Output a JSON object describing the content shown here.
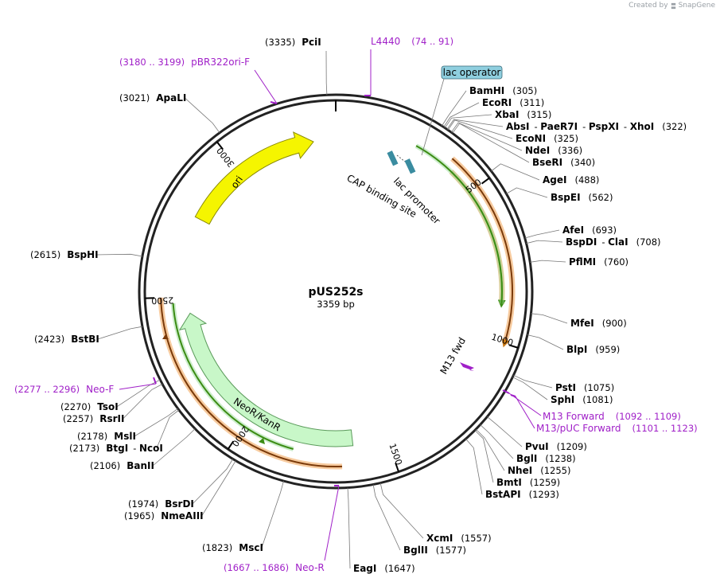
{
  "credit": {
    "created_by": "Created by",
    "app": "SnapGene"
  },
  "plasmid": {
    "name": "pUS252s",
    "length_label": "3359 bp",
    "length": 3359
  },
  "ticks": [
    {
      "label": "500",
      "pos": 500
    },
    {
      "label": "1000",
      "pos": 1000
    },
    {
      "label": "1500",
      "pos": 1500
    },
    {
      "label": "2000",
      "pos": 2000
    },
    {
      "label": "2500",
      "pos": 2500
    },
    {
      "label": "3000",
      "pos": 3000
    }
  ],
  "features": [
    {
      "name": "ori",
      "color": "#f5f500",
      "stroke": "#8a8a00"
    },
    {
      "name": "NeoR/KanR",
      "color": "#c8f7c8",
      "stroke": "#5a9a5a"
    },
    {
      "name": "lac promoter"
    },
    {
      "name": "CAP binding site"
    },
    {
      "name": "lac operator"
    },
    {
      "name": "M13 fwd"
    }
  ],
  "sites_right": [
    {
      "name": "BamHI",
      "pos": "(305)"
    },
    {
      "name": "EcoRI",
      "pos": "(311)"
    },
    {
      "name": "XbaI",
      "pos": "(315)"
    },
    {
      "name": "AbsI",
      "extra": [
        "PaeR7I",
        "PspXI",
        "XhoI"
      ],
      "pos": "(322)"
    },
    {
      "name": "EcoNI",
      "pos": "(325)"
    },
    {
      "name": "NdeI",
      "pos": "(336)"
    },
    {
      "name": "BseRI",
      "pos": "(340)"
    },
    {
      "name": "AgeI",
      "pos": "(488)"
    },
    {
      "name": "BspEI",
      "pos": "(562)"
    },
    {
      "name": "AfeI",
      "pos": "(693)"
    },
    {
      "name": "BspDI",
      "extra": [
        "ClaI"
      ],
      "pos": "(708)"
    },
    {
      "name": "PflMI",
      "pos": "(760)"
    },
    {
      "name": "MfeI",
      "pos": "(900)"
    },
    {
      "name": "BlpI",
      "pos": "(959)"
    },
    {
      "name": "PstI",
      "pos": "(1075)"
    },
    {
      "name": "SphI",
      "pos": "(1081)"
    },
    {
      "name": "PvuI",
      "pos": "(1209)"
    },
    {
      "name": "BglI",
      "pos": "(1238)"
    },
    {
      "name": "NheI",
      "pos": "(1255)"
    },
    {
      "name": "BmtI",
      "pos": "(1259)"
    },
    {
      "name": "BstAPI",
      "pos": "(1293)"
    },
    {
      "name": "XcmI",
      "pos": "(1557)"
    },
    {
      "name": "BglII",
      "pos": "(1577)"
    },
    {
      "name": "EagI",
      "pos": "(1647)"
    }
  ],
  "sites_left": [
    {
      "name": "PciI",
      "pos": "(3335)"
    },
    {
      "name": "ApaLI",
      "pos": "(3021)"
    },
    {
      "name": "BspHI",
      "pos": "(2615)"
    },
    {
      "name": "BstBI",
      "pos": "(2423)"
    },
    {
      "name": "TsoI",
      "pos": "(2270)"
    },
    {
      "name": "RsrII",
      "pos": "(2257)"
    },
    {
      "name": "MslI",
      "pos": "(2178)"
    },
    {
      "name": "BtgI",
      "extra": [
        "NcoI"
      ],
      "pos": "(2173)"
    },
    {
      "name": "BanII",
      "pos": "(2106)"
    },
    {
      "name": "BsrDI",
      "pos": "(1974)"
    },
    {
      "name": "NmeAIII",
      "pos": "(1965)"
    },
    {
      "name": "MscI",
      "pos": "(1823)"
    }
  ],
  "primers": [
    {
      "name": "L4440",
      "range": "(74 .. 91)"
    },
    {
      "name": "pBR322ori-F",
      "range": "(3180 .. 3199)"
    },
    {
      "name": "M13 Forward",
      "range": "(1092 .. 1109)"
    },
    {
      "name": "M13/pUC Forward",
      "range": "(1101 .. 1123)"
    },
    {
      "name": "Neo-F",
      "range": "(2277 .. 2296)"
    },
    {
      "name": "Neo-R",
      "range": "(1667 .. 1686)"
    }
  ],
  "colors": {
    "primer": "#a020c8",
    "orf_green": "#3c8c14",
    "orf_orange": "#f0a050",
    "lac_operator": "#8fcfdf",
    "site_box": "#3a8ca0"
  }
}
